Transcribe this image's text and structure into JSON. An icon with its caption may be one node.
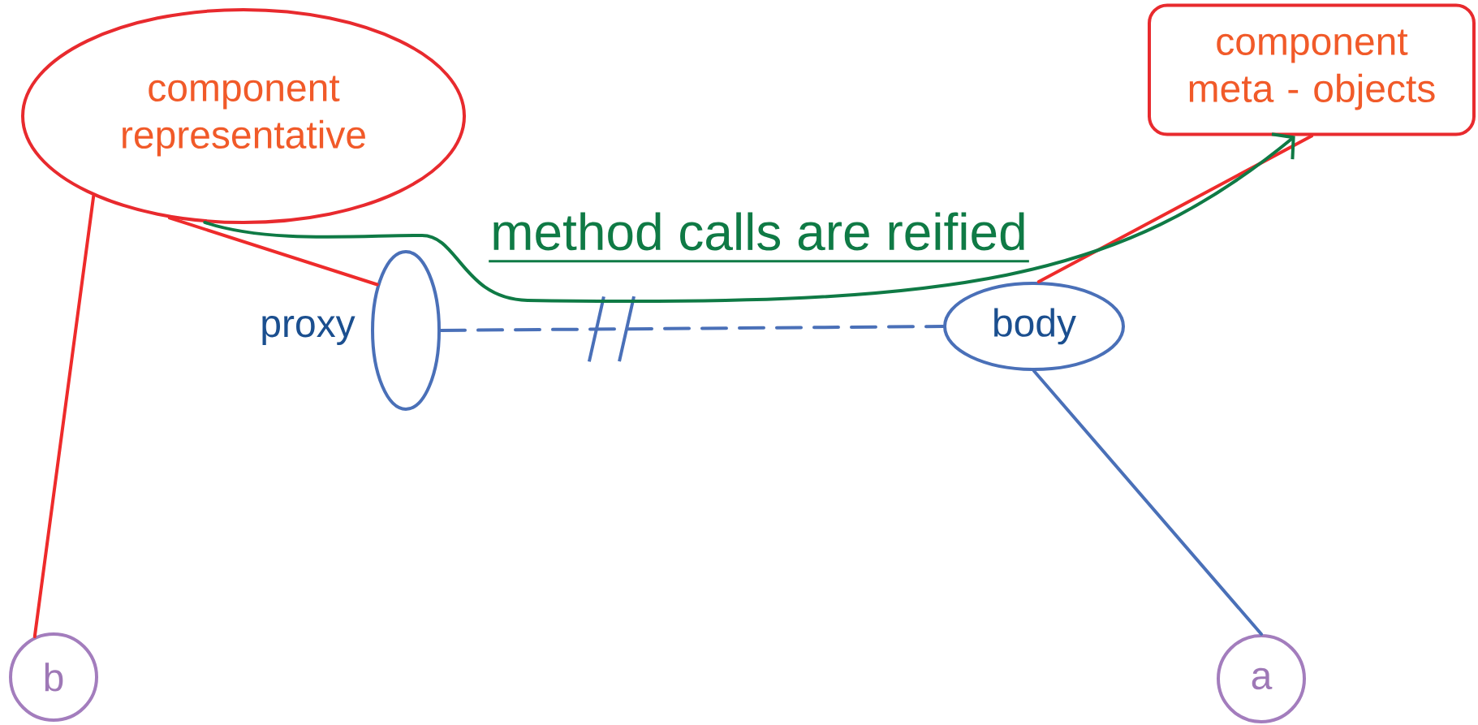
{
  "diagram": {
    "nodes": [
      {
        "text": [
          "component representative"
        ]
      },
      {
        "text": [
          "component meta - objects"
        ]
      },
      {
        "text": [
          "proxy"
        ]
      },
      {
        "text": [
          "body"
        ]
      },
      {
        "text": [
          "b"
        ]
      },
      {
        "text": [
          "a"
        ]
      }
    ],
    "edges": [
      {
        "from": 0,
        "to": 4,
        "arrow": "none",
        "color": "#ee2b2b"
      },
      {
        "from": 0,
        "to": 2,
        "arrow": "none",
        "color": "#ee2b2b"
      },
      {
        "from": 3,
        "to": 1,
        "arrow": "none",
        "color": "#ee2b2b"
      },
      {
        "from": 3,
        "to": 5,
        "arrow": "none",
        "color": "#4a70b8"
      },
      {
        "from": 2,
        "to": 3,
        "arrow": "none",
        "style": "dashed",
        "color": "#4a70b8"
      },
      {
        "from": 0,
        "to": 1,
        "arrow": "to",
        "label": "method calls are reified",
        "color": "#0f7a45"
      }
    ]
  }
}
